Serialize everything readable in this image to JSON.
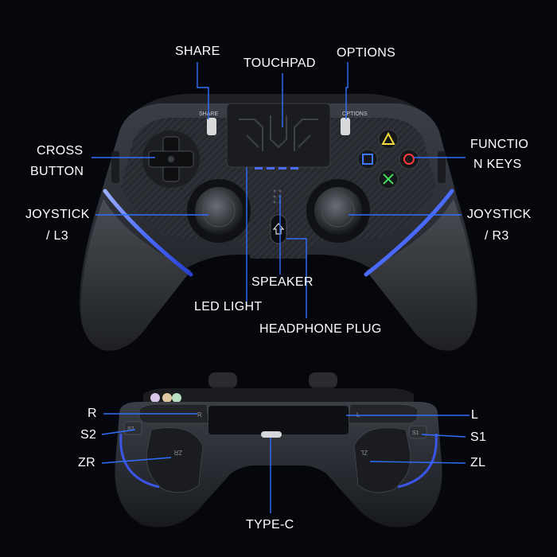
{
  "colors": {
    "background": "#05070c",
    "pointer_line": "#2f6fff",
    "controller_body": "#2a2d33",
    "led_blue": "#4b6cff"
  },
  "top_view": {
    "labels": {
      "share": "SHARE",
      "touchpad": "TOUCHPAD",
      "options": "OPTIONS",
      "cross_button_line1": "CROSS",
      "cross_button_line2": "BUTTON",
      "function_keys_line1": "FUNCTIO",
      "function_keys_line2": "N KEYS",
      "joystick_l3_line1": "JOYSTICK",
      "joystick_l3_line2": "/ L3",
      "joystick_r3_line1": "JOYSTICK",
      "joystick_r3_line2": "/ R3",
      "speaker": "SPEAKER",
      "led_light": "LED LIGHT",
      "headphone_plug": "HEADPHONE PLUG"
    },
    "printed_on_controller": {
      "share": "SHARE",
      "options": "OPTIONS"
    }
  },
  "back_view": {
    "labels": {
      "r": "R",
      "s2": "S2",
      "zr": "ZR",
      "l": "L",
      "s1": "S1",
      "zl": "ZL",
      "type_c": "TYPE-C"
    },
    "printed_on_controller": {
      "r": "R",
      "l": "L",
      "zr": "ZR",
      "zl": "ZL",
      "s1": "S1",
      "s2": "S2"
    }
  }
}
